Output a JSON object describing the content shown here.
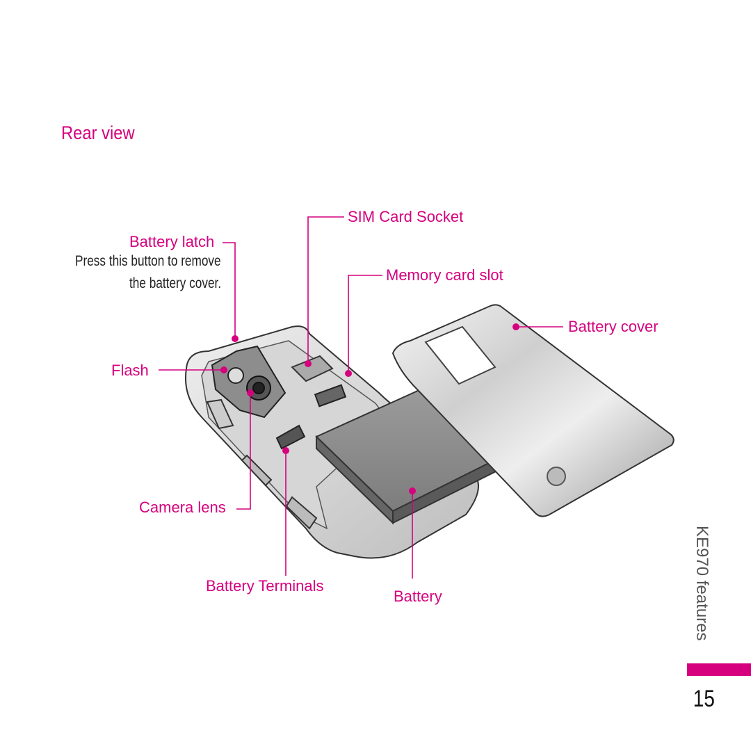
{
  "section": {
    "title": "Rear view"
  },
  "labels": {
    "battery_latch": "Battery latch",
    "battery_latch_desc_1": "Press this button to remove",
    "battery_latch_desc_2": "the battery cover.",
    "sim_card_socket": "SIM Card Socket",
    "memory_card_slot": "Memory card slot",
    "battery_cover": "Battery cover",
    "flash": "Flash",
    "camera_lens": "Camera lens",
    "battery_terminals": "Battery Terminals",
    "battery": "Battery"
  },
  "running_title": "KE970 features",
  "page_number": "15",
  "colors": {
    "accent": "#d6007e"
  }
}
